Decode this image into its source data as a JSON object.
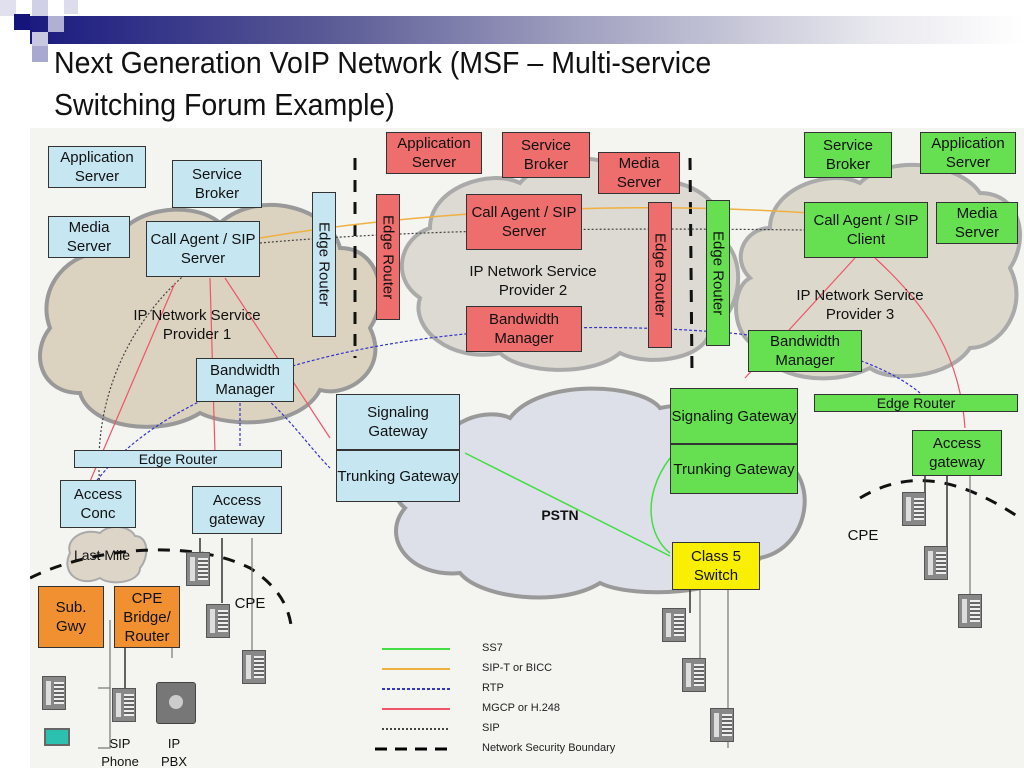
{
  "slide": {
    "title_line1": "Next Generation VoIP Network (MSF – Multi-service",
    "title_line2": "Switching Forum Example)"
  },
  "provider1": {
    "color": "#c6e6f2",
    "application_server": "Application Server",
    "service_broker": "Service Broker",
    "media_server": "Media Server",
    "call_agent": "Call Agent / SIP Server",
    "edge_router_vertical": "Edge Router",
    "cloud_label": "IP Network Service Provider 1",
    "bandwidth_manager": "Bandwidth Manager",
    "signaling_gateway": "Signaling Gateway",
    "trunking_gateway": "Trunking Gateway",
    "edge_router_horizontal": "Edge Router",
    "access_conc": "Access Conc",
    "access_gateway": "Access gateway",
    "last_mile": "Last Mile",
    "sub_gwy": "Sub. Gwy",
    "cpe_bridge_router": "CPE Bridge/ Router",
    "cpe": "CPE",
    "sip_phone": "SIP Phone",
    "ip_pbx": "IP PBX"
  },
  "provider2": {
    "color": "#ee6d6d",
    "application_server": "Application Server",
    "service_broker": "Service Broker",
    "media_server": "Media Server",
    "edge_router_left": "Edge Router",
    "call_agent": "Call Agent / SIP Server",
    "cloud_label": "IP Network Service Provider 2",
    "bandwidth_manager": "Bandwidth Manager",
    "edge_router_right": "Edge Router"
  },
  "provider3": {
    "color": "#66e050",
    "service_broker": "Service Broker",
    "application_server": "Application Server",
    "edge_router_vertical": "Edge Router",
    "call_agent": "Call Agent / SIP Client",
    "media_server": "Media Server",
    "cloud_label": "IP Network Service Provider 3",
    "bandwidth_manager": "Bandwidth Manager",
    "edge_router_horizontal": "Edge Router",
    "signaling_gateway": "Signaling Gateway",
    "trunking_gateway": "Trunking Gateway",
    "access_gateway": "Access gateway",
    "cpe": "CPE"
  },
  "pstn": {
    "label": "PSTN",
    "class5_switch": "Class 5 Switch",
    "class5_color": "#f8f000"
  },
  "legend": [
    {
      "label": "SS7",
      "color": "#44dd44",
      "style": "solid"
    },
    {
      "label": "SIP-T or BICC",
      "color": "#f0b040",
      "style": "solid"
    },
    {
      "label": "RTP",
      "color": "#3333cc",
      "style": "dotted"
    },
    {
      "label": "MGCP or H.248",
      "color": "#ee5566",
      "style": "solid"
    },
    {
      "label": "SIP",
      "color": "#444444",
      "style": "dotted"
    },
    {
      "label": "Network Security Boundary",
      "color": "#000000",
      "style": "dashed"
    }
  ]
}
